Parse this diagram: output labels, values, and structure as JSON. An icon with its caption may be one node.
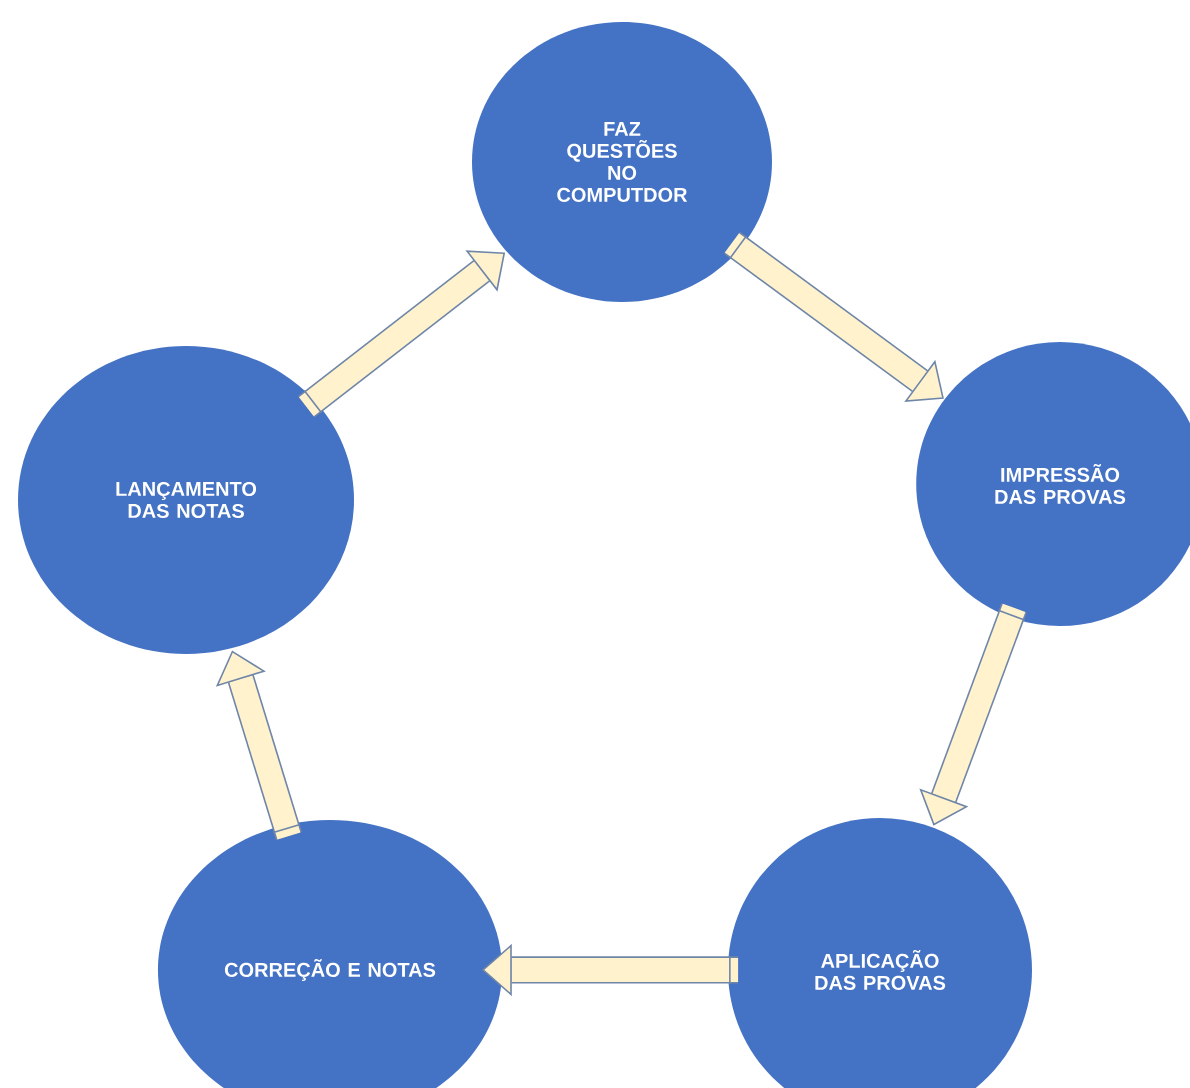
{
  "diagram": {
    "nodes": [
      {
        "text": [
          "FAZ QUESTÕES NO COMPUTDOR"
        ]
      },
      {
        "text": [
          "IMPRESSÃO DAS PROVAS"
        ]
      },
      {
        "text": [
          "APLICAÇÃO DAS PROVAS"
        ]
      },
      {
        "text": [
          "CORREÇÃO E NOTAS"
        ]
      },
      {
        "text": [
          "LANÇAMENTO DAS NOTAS"
        ]
      }
    ],
    "edges": [
      {
        "from": 0,
        "to": 1,
        "arrow": "to"
      },
      {
        "from": 1,
        "to": 2,
        "arrow": "to"
      },
      {
        "from": 2,
        "to": 3,
        "arrow": "to"
      },
      {
        "from": 3,
        "to": 4,
        "arrow": "to"
      },
      {
        "from": 4,
        "to": 0,
        "arrow": "to"
      }
    ]
  }
}
